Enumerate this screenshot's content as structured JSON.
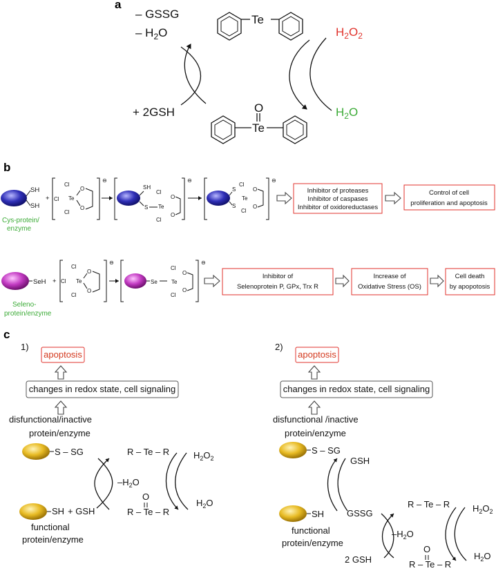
{
  "panels": {
    "a": "a",
    "b": "b",
    "c": "c"
  },
  "a": {
    "minus_gssg": "– GSSG",
    "minus_h2o": "– H",
    "minus_h2o_sub": "2",
    "minus_h2o_end": "O",
    "plus_2gsh": "+ 2GSH",
    "te_top": "Te",
    "te_bottom": "Te",
    "oxygen": "O",
    "h2o2": "H",
    "h2o2_sub": "2",
    "h2o2_o": "O",
    "h2o2_sub2": "2",
    "h2o": "H",
    "h2o_sub": "2",
    "h2o_o": "O"
  },
  "b": {
    "sh1": "SH",
    "sh2": "SH",
    "sh_b2": "SH",
    "cys_label_1": "Cys-protein/",
    "cys_label_2": "enzyme",
    "seleno_label_1": "Seleno-",
    "seleno_label_2": "protein/enzyme",
    "seh": "SeH",
    "se": "Se",
    "s": "S",
    "te": "Te",
    "cl": "Cl",
    "o": "O",
    "plus": "+",
    "charge": "⊖",
    "row1_box1": [
      "Inhibitor of proteases",
      "Inhibitor of caspases",
      "Inhibitor of oxidoreductases"
    ],
    "row1_box2": [
      "Control of cell",
      "proliferation and apoptosis"
    ],
    "row2_box1": [
      "Inhibitor of",
      "Selenoprotein P, GPx, Trx R"
    ],
    "row2_box2": [
      "Increase of",
      "Oxidative Stress (OS)"
    ],
    "row2_box3": [
      "Cell death",
      "by apopotosis"
    ]
  },
  "c": {
    "num1": "1)",
    "num2": "2)",
    "apoptosis": "apoptosis",
    "changes": "changes in redox state, cell signaling",
    "dis1_line1": "disfunctional/inactive",
    "dis2_line1": "disfunctional /inactive",
    "dis_line2": "protein/enzyme",
    "func_line1": "functional",
    "func_line2": "protein/enzyme",
    "s_sg": "S – SG",
    "sh": "SH",
    "plus_gsh": "+ GSH",
    "gsh": "GSH",
    "gssg": "GSSG",
    "two_gsh": "2 GSH",
    "minus_h2o": "–H",
    "minus_h2o_end": "O",
    "rter": "R – Te – R",
    "rter_bottom": "R – Te – R",
    "o": "O",
    "h2o2": "H",
    "h2o": "H"
  },
  "colors": {
    "red": "#e0322b",
    "green": "#3aaa35",
    "blue_protein": "#3434a8",
    "pink_protein": "#c03ac0",
    "yellow_protein": "#e6b81e"
  }
}
